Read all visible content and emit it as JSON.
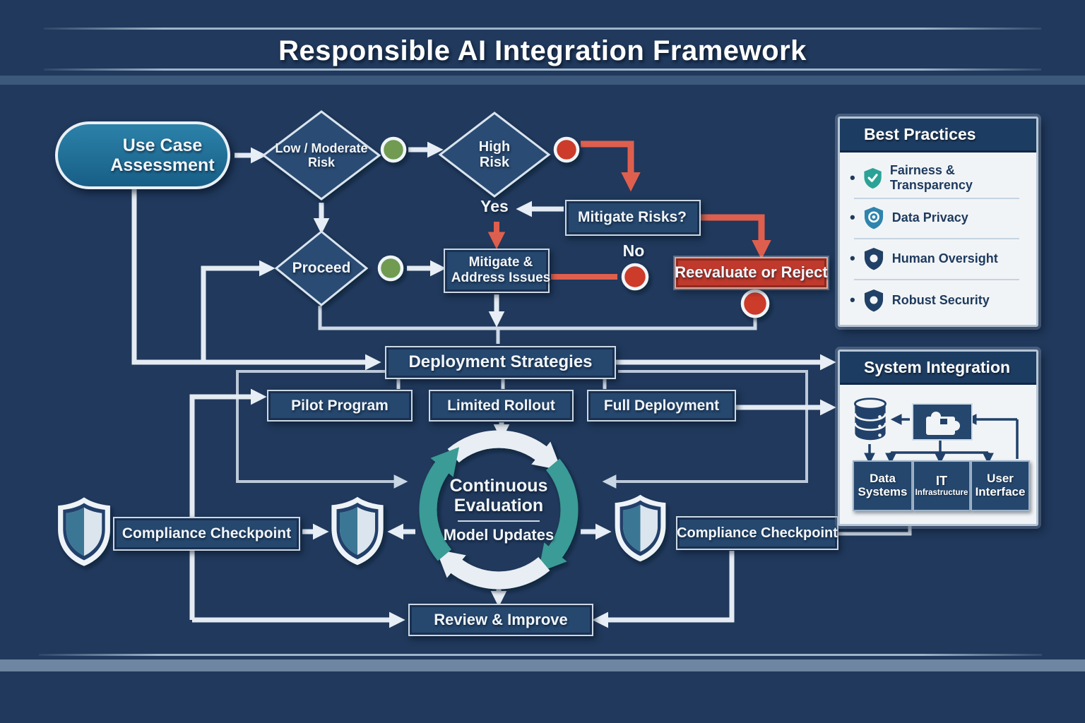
{
  "title": "Responsible AI Integration Framework",
  "flowchart": {
    "use_case_assessment": "Use Case Assessment",
    "low_moderate_risk": "Low / Moderate Risk",
    "high_risk": "High Risk",
    "proceed": "Proceed",
    "mitigate_risks_question": "Mitigate Risks?",
    "yes_label": "Yes",
    "no_label": "No",
    "mitigate_address_issues": "Mitigate & Address Issues",
    "reevaluate_or_reject": "Reevaluate or Reject",
    "deployment_strategies": "Deployment Strategies",
    "pilot_program": "Pilot Program",
    "limited_rollout": "Limited Rollout",
    "full_deployment": "Full Deployment",
    "cycle": {
      "line1": "Continuous Evaluation",
      "line2": "Model Updates"
    },
    "compliance_checkpoint_left": "Compliance Checkpoint",
    "compliance_checkpoint_right": "Compliance Checkpoint",
    "review_improve": "Review & Improve"
  },
  "best_practices": {
    "title": "Best Practices",
    "bullet": "•",
    "items": [
      {
        "label": "Fairness & Transparency",
        "icon": "shield-check-icon",
        "icon_color": "#2aa396"
      },
      {
        "label": "Data Privacy",
        "icon": "shield-privacy-icon",
        "icon_color": "#2e84ad"
      },
      {
        "label": "Human Oversight",
        "icon": "shield-solid-icon",
        "icon_color": "#204066"
      },
      {
        "label": "Robust Security",
        "icon": "shield-solid-icon",
        "icon_color": "#204066"
      }
    ]
  },
  "system_integration": {
    "title": "System Integration",
    "icons": [
      "database-icon",
      "puzzle-icon"
    ],
    "components": [
      {
        "line1": "Data",
        "line2": "Systems"
      },
      {
        "line1": "IT",
        "line2": "Infrastructure"
      },
      {
        "line1": "User",
        "line2": "Interface"
      }
    ]
  },
  "colors": {
    "background": "#20395c",
    "node_fill": "#26486f",
    "node_border": "#cbd8e6",
    "diamond_fill": "#2b4b73",
    "start_node_fill": "#1c6c96",
    "go_green": "#6f9b51",
    "stop_red": "#cd3a2c",
    "alert_box_red": "#bf392c",
    "arrow_red": "#df5f4e",
    "arrow_white": "#e8eef5",
    "cycle_teal": "#3a9b96",
    "panel_body": "#f1f4f6",
    "panel_header": "#1d3c62",
    "band_slate": "#6e86a2"
  }
}
